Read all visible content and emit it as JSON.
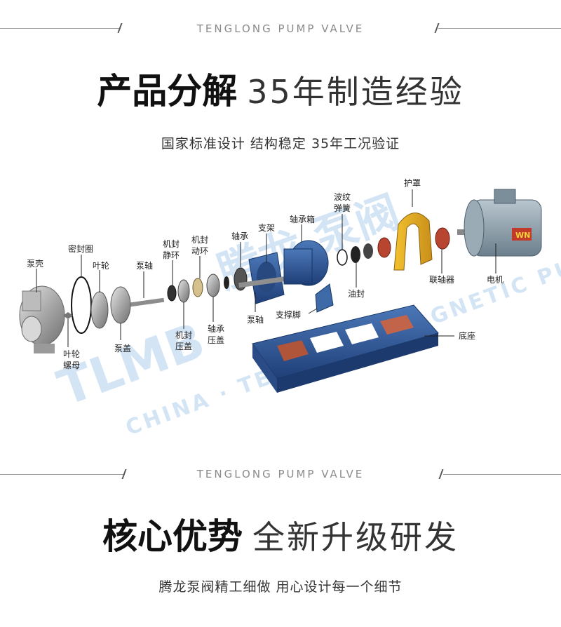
{
  "brand_en": "TENGLONG PUMP VALVE",
  "section1": {
    "title_bold": "产品分解",
    "title_light": "35年制造经验",
    "subtitle": "国家标准设计 结构稳定 35年工况验证"
  },
  "section2": {
    "title_bold": "核心优势",
    "title_light": "全新升级研发",
    "subtitle": "腾龙泵阀精工细做 用心设计每一个细节"
  },
  "watermark": {
    "cn": "腾龙 泵阀",
    "en": "CHINA · TENGLONG MAGNETIC PUMP",
    "logo": "TLMB"
  },
  "motor_badge": "WN",
  "parts": {
    "pump_casing": "泵壳",
    "seal_ring": "密封圈",
    "impeller": "叶轮",
    "impeller_nut_1": "叶轮",
    "impeller_nut_2": "螺母",
    "pump_cover": "泵盖",
    "pump_shaft_top": "泵轴",
    "mech_seal_static_1": "机封",
    "mech_seal_static_2": "静环",
    "mech_seal_rotating_1": "机封",
    "mech_seal_rotating_2": "动环",
    "mech_seal_gland_1": "机封",
    "mech_seal_gland_2": "压盖",
    "bearing_gland_1": "轴承",
    "bearing_gland_2": "压盖",
    "bearing": "轴承",
    "bracket": "支架",
    "pump_shaft_bottom": "泵轴",
    "bearing_box": "轴承箱",
    "support_foot": "支撑脚",
    "wave_spring_1": "波纹",
    "wave_spring_2": "弹簧",
    "oil_seal": "油封",
    "guard": "护罩",
    "coupling": "联轴器",
    "motor": "电机",
    "base": "底座"
  }
}
